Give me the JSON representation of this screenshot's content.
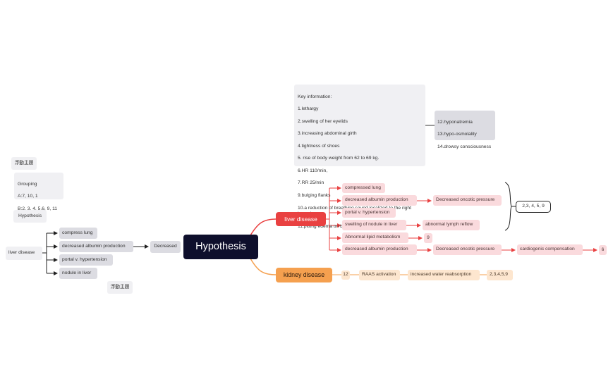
{
  "central": "Hypothesis",
  "key_info": {
    "title": "Key information:",
    "items": [
      "1.lethargy",
      "2.swelling of her eyelids",
      "3.increasing abdominal girth",
      "4.tightness of shoes",
      "5. rise of body weight from 62 to 69 kg.",
      "6.HR 110/min,",
      "7.RR 25/min",
      "9.bulging flanks",
      "10.a reduction of breathing sound localized to the right lower lung.",
      "11.pitting edema on both legs."
    ]
  },
  "key_info_extra": [
    "12.hyponatremia",
    "13.hypo-osmolality",
    "14.drowsy consciousness"
  ],
  "floating_topic_1": "浮動主題",
  "grouping": {
    "title": "Grouping",
    "lines": [
      "A:7, 10, 1",
      "B:2, 3, 4, 5,6, 9, 11"
    ]
  },
  "left_hypothesis": "Hypothesis",
  "left_tree": {
    "root": "liver disease",
    "children": [
      "compress lung",
      "decreased albumin production",
      "portal v. hypertension",
      "nodule in liver"
    ],
    "decreased": "Decreased"
  },
  "floating_topic_2": "浮動主題",
  "liver_branch": {
    "label": "liver disease",
    "items": [
      "compressed lung",
      "decreased albumin production",
      "portal v. hypertension",
      "swelling of nodule in liver",
      "Abnormal lipid metabolism",
      "decreased albumin production"
    ],
    "decreased_oncotic_1": "Decreased oncotic pressure",
    "lymph_reflow": "abnormal lymph reflow",
    "lipid_ref": "9",
    "decreased_oncotic_2": "Decreased oncotic pressure",
    "cardiogenic": "cardiogenic compensation",
    "cardiogenic_ref": "6",
    "bracket_summary": "2,3, 4, 5, 9"
  },
  "kidney_branch": {
    "label": "kidney disease",
    "chain": [
      "12",
      "RAAS activation",
      "increased water reabsorption",
      "2,3,4,5,9"
    ]
  },
  "colors": {
    "central": "#0e0f2c",
    "liver": "#e94141",
    "kidney": "#f5a04f",
    "liver_sub": "#fadadd",
    "kidney_sub": "#fde6cf",
    "gray": "#dcdce2"
  }
}
